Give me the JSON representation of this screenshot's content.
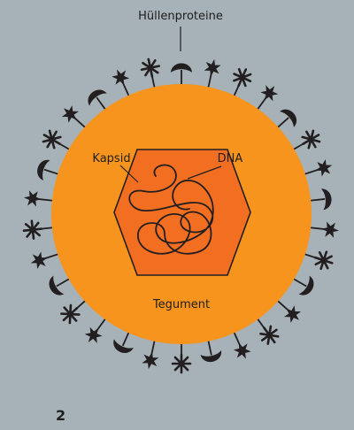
{
  "labels": {
    "surface_proteins": "Hüllenproteine",
    "capsid": "Kapsid",
    "dna": "DNA",
    "tegument": "Tegument"
  },
  "figure_number": "2",
  "colors": {
    "background": "#a6b2b7",
    "envelope": "#f7941d",
    "capsid": "#f26f21",
    "spikes": "#231f20",
    "text": "#1e1e1e"
  },
  "spike_types": [
    "mushroom",
    "star",
    "flower",
    "star",
    "mushroom",
    "flower",
    "star",
    "mushroom",
    "star",
    "flower"
  ]
}
